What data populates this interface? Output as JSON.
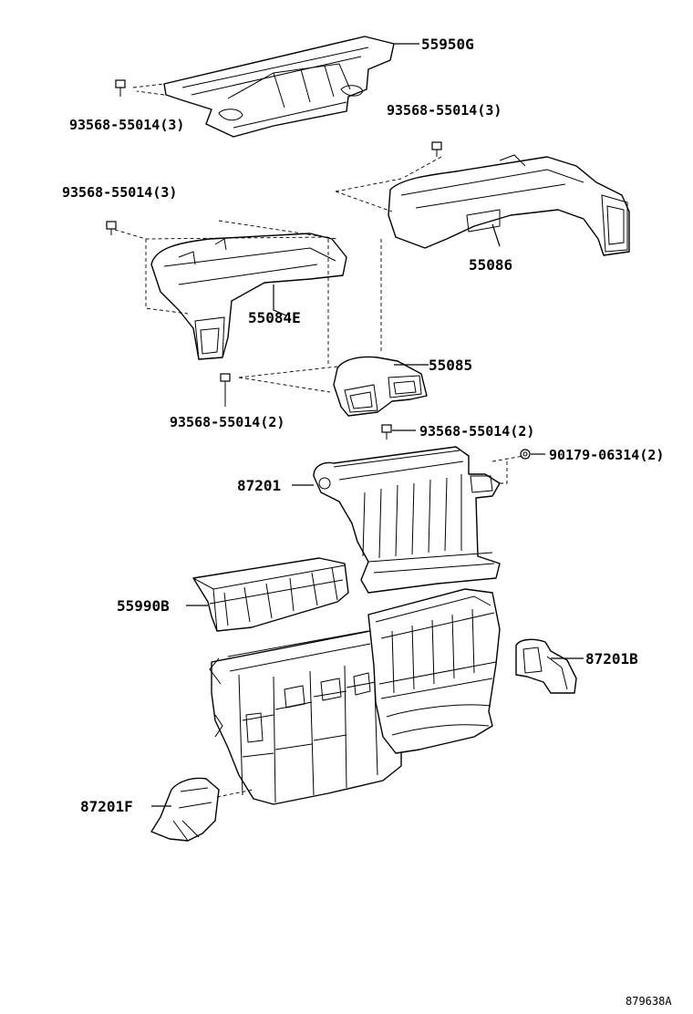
{
  "parts": {
    "p55950G": "55950G",
    "p55086": "55086",
    "p55084E": "55084E",
    "p55085": "55085",
    "p87201": "87201",
    "p55990B": "55990B",
    "p87201B": "87201B",
    "p87201F": "87201F"
  },
  "fasteners": {
    "screw_tl": "93568-55014(3)",
    "screw_tr": "93568-55014(3)",
    "screw_ml": "93568-55014(3)",
    "screw_cl": "93568-55014(2)",
    "screw_cr": "93568-55014(2)",
    "nut": "90179-06314(2)"
  },
  "figure_ref": "879638A"
}
